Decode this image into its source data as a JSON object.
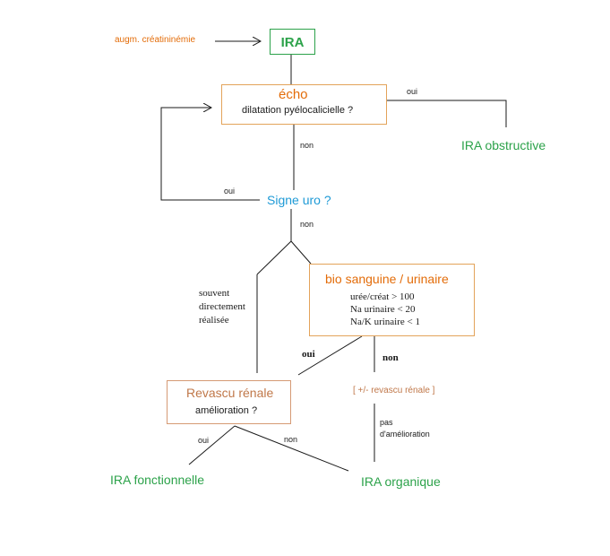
{
  "colors": {
    "orange": "#e36c09",
    "green": "#2ca24a",
    "blue": "#1e9ad6",
    "brown": "#c0784a",
    "line": "#1a1a1a"
  },
  "nodes": {
    "start_label": "augm. créatininémie",
    "ira": "IRA",
    "echo_title": "écho",
    "echo_question": "dilatation pyélocalicielle ?",
    "ira_obstructive": "IRA obstructive",
    "signe_uro": "Signe uro ?",
    "bio_title": "bio sanguine / urinaire",
    "bio_lines": [
      "urée/créat > 100",
      "Na urinaire < 20",
      "Na/K urinaire < 1"
    ],
    "revascu_title": "Revascu rénale",
    "revascu_question": "amélioration ?",
    "revascu_optional": "[ +/- revascu rénale ]",
    "ira_fonctionnelle": "IRA fonctionnelle",
    "ira_organique": "IRA organique"
  },
  "edge_labels": {
    "echo_oui": "oui",
    "echo_non": "non",
    "uro_oui": "oui",
    "uro_non": "non",
    "souvent": [
      "souvent",
      "directement",
      "réalisée"
    ],
    "bio_oui": "oui",
    "bio_non": "non",
    "pas_amelioration": [
      "pas",
      "d'amélioration"
    ],
    "rev_oui": "oui",
    "rev_non": "non"
  }
}
